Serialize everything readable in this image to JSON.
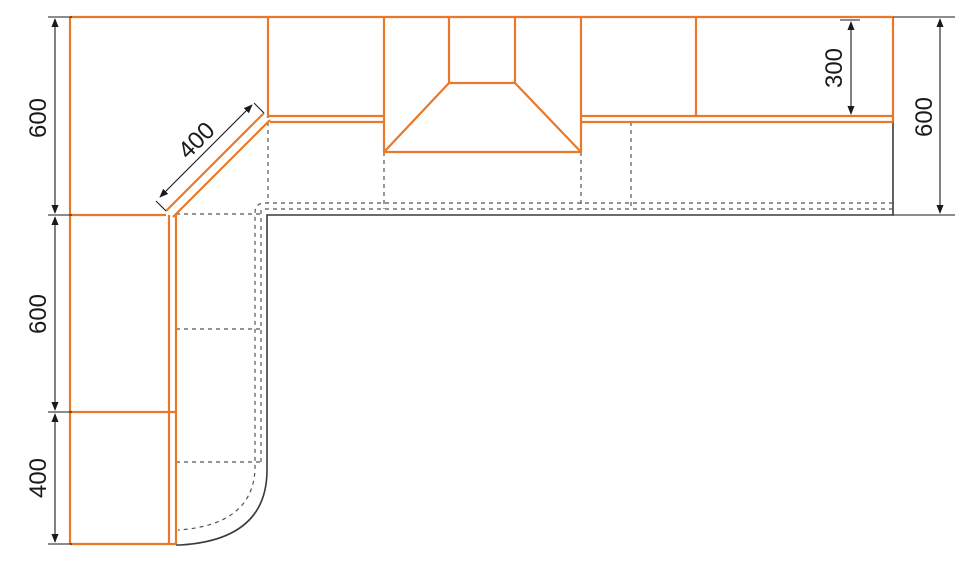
{
  "colors": {
    "cabinet": "#e8782a",
    "outline": "#3a3a3a",
    "hidden": "#555555",
    "dimension": "#1a1a1a",
    "background": "#ffffff"
  },
  "dimensions": {
    "left_upper_height": "600",
    "left_middle_height": "600",
    "left_lower_height": "400",
    "corner_diagonal": "400",
    "top_wall_cabinet_height": "300",
    "right_depth": "600"
  }
}
